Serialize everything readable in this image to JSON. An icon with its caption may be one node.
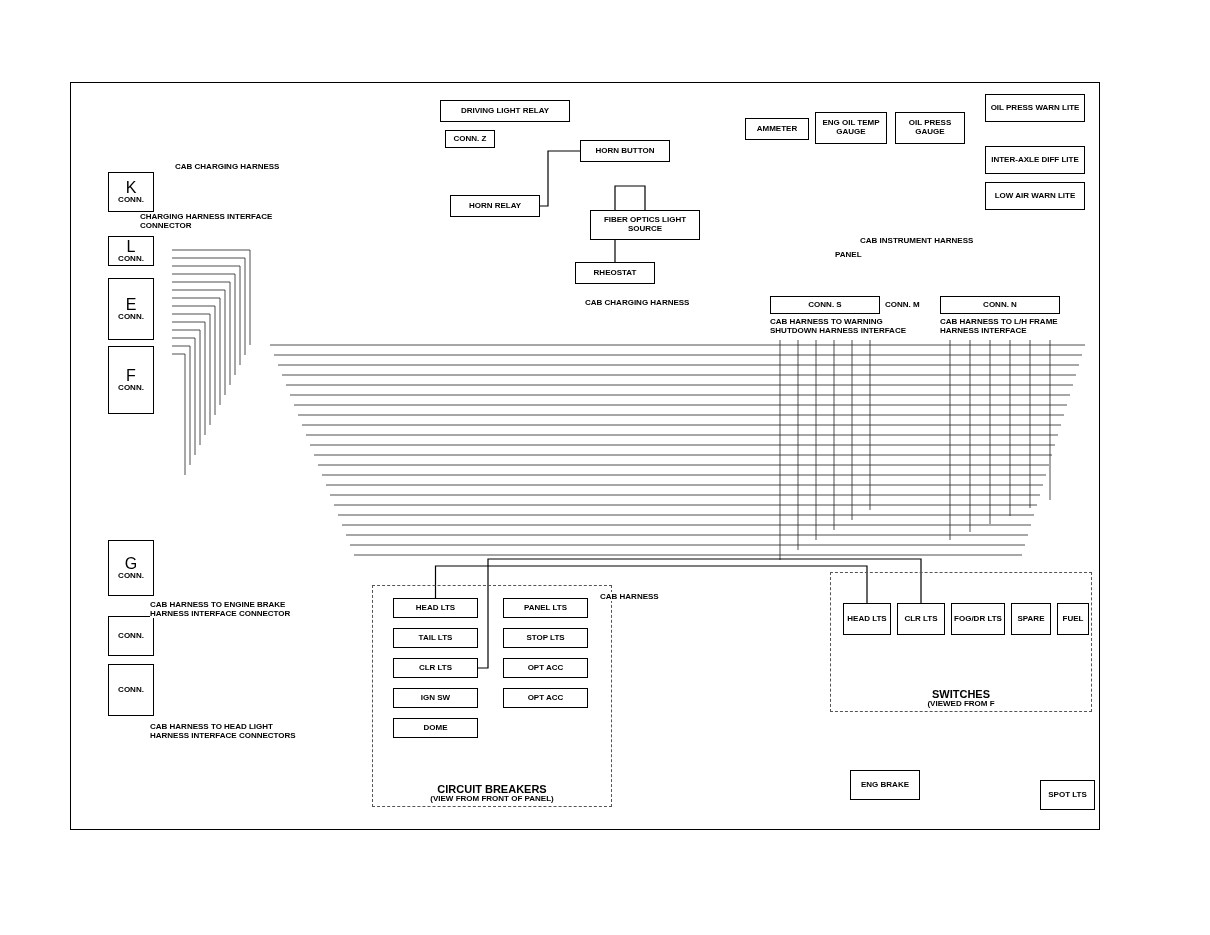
{
  "diagram": {
    "nodes": [
      {
        "text": [
          "K",
          "CONN."
        ]
      },
      {
        "text": [
          "L",
          "CONN."
        ]
      },
      {
        "text": [
          "E",
          "CONN."
        ]
      },
      {
        "text": [
          "F",
          "CONN."
        ]
      },
      {
        "text": [
          "G",
          "CONN."
        ]
      },
      {
        "text": [
          "CONN."
        ]
      },
      {
        "text": [
          "CONN."
        ]
      },
      {
        "text": [
          "CONN. Z"
        ]
      },
      {
        "text": [
          "DRIVING LIGHT RELAY"
        ]
      },
      {
        "text": [
          "HORN RELAY"
        ]
      },
      {
        "text": [
          "HORN BUTTON"
        ]
      },
      {
        "text": [
          "FIBER OPTICS LIGHT SOURCE"
        ]
      },
      {
        "text": [
          "RHEOSTAT"
        ]
      },
      {
        "text": [
          "AMMETER"
        ]
      },
      {
        "text": [
          "ENG OIL TEMP GAUGE"
        ]
      },
      {
        "text": [
          "OIL PRESS GAUGE"
        ]
      },
      {
        "text": [
          "OIL PRESS WARN LITE"
        ]
      },
      {
        "text": [
          "INTER-AXLE DIFF LITE"
        ]
      },
      {
        "text": [
          "LOW AIR WARN LITE"
        ]
      },
      {
        "text": [
          "CONN. S"
        ],
        "beside": [
          "CAB HARNESS TO WARNING SHUTDOWN HARNESS INTERFACE"
        ]
      },
      {
        "text": [
          "CONN. N"
        ],
        "beside": [
          "CAB HARNESS TO L/H FRAME HARNESS INTERFACE"
        ]
      },
      {
        "text": [
          "CIRCUIT BREAKERS",
          "(VIEW FROM FRONT OF PANEL)"
        ]
      },
      {
        "text": [
          "HEAD LTS"
        ],
        "in": 21
      },
      {
        "text": [
          "TAIL LTS"
        ],
        "in": 21
      },
      {
        "text": [
          "CLR LTS"
        ],
        "in": 21
      },
      {
        "text": [
          "IGN SW"
        ],
        "in": 21
      },
      {
        "text": [
          "DOME"
        ],
        "in": 21
      },
      {
        "text": [
          "PANEL LTS"
        ],
        "in": 21
      },
      {
        "text": [
          "STOP LTS"
        ],
        "in": 21
      },
      {
        "text": [
          "OPT ACC"
        ],
        "in": 21
      },
      {
        "text": [
          "OPT ACC"
        ],
        "in": 21
      },
      {
        "text": [
          "SWITCHES",
          "(VIEWED FROM F"
        ]
      },
      {
        "text": [
          "HEAD LTS"
        ],
        "in": 31
      },
      {
        "text": [
          "CLR LTS"
        ],
        "in": 31
      },
      {
        "text": [
          "FOG/DR LTS"
        ],
        "in": 31
      },
      {
        "text": [
          "SPARE"
        ],
        "in": 31
      },
      {
        "text": [
          "FUEL"
        ],
        "in": 31
      },
      {
        "text": [
          "ENG BRAKE"
        ]
      },
      {
        "text": [
          "SPOT LTS"
        ]
      }
    ],
    "edges": [
      {
        "from": 22,
        "to": 32,
        "arrow": "none"
      },
      {
        "from": 24,
        "to": 33,
        "arrow": "none"
      },
      {
        "from": 9,
        "to": 10,
        "arrow": "none"
      },
      {
        "from": 12,
        "to": 11,
        "arrow": "none"
      }
    ],
    "labels": [
      "CAB CHARGING HARNESS",
      "CHARGING HARNESS INTERFACE CONNECTOR",
      "CAB HARNESS TO ENGINE BRAKE HARNESS INTERFACE CONNECTOR",
      "CAB HARNESS TO HEAD LIGHT HARNESS INTERFACE CONNECTORS",
      "CAB CHARGING HARNESS",
      "CAB HARNESS",
      "CONN. M",
      "PANEL",
      "CAB INSTRUMENT HARNESS"
    ]
  }
}
